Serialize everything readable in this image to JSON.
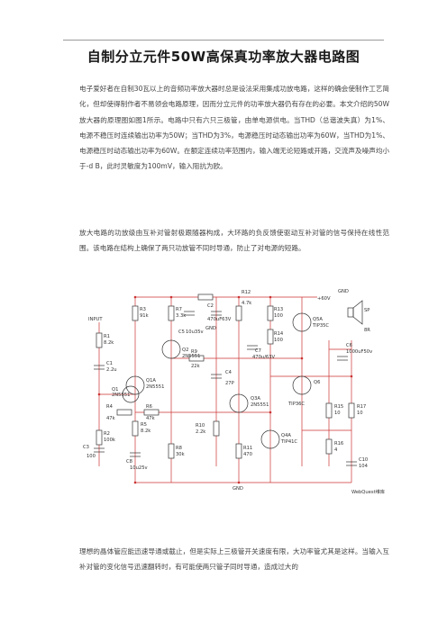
{
  "article": {
    "title": "自制分立元件50W高保真功率放大器电路图",
    "p1": "电子爱好者在自制30瓦以上的音频功率放大器时总是设法采用集成功放电路，这样的确会使制作工艺简化，但却使得制作者不易领会电路原理，因而分立元件的功率放大器仍有存在的必要。本文介绍的50W放大器的原理图如图1所示。电路中只有六只三极管，由单电源供电。当THD（总谐波失真）为1%、电源不稳压时连续输出功率为50W；当THD为3%，电源稳压时动态输出功率为60W，当THD为1%、电源稳压时动态输出功率为60W。在额定连续功率范围内，输入端无论短路或开路，交流声及噪声均小于-d B，此时灵敏度为100mV，输入阻抗为欧。",
    "p2": "放大电路的功放级由互补对管射极跟随器构成，大环路的负反馈使驱动互补对管的信号保持在线性范围。该电路在结构上确保了两只功放管不同时导通，防止了对电源的短路。",
    "p3": "理想的晶体管应能迅速导通或截止，但是实际上三极管开关速度有限，大功率管尤其是这样。当输入互补对管的变化信号迅速翻转时，有可能使两只管子同时导通，造成过大的"
  },
  "schematic": {
    "labels": {
      "input": "INPUT",
      "vcc": "+60V",
      "gnd_top": "GND",
      "gnd_mid": "GND",
      "gnd_bot": "GND",
      "r1": "R1",
      "r1v": "8.2k",
      "c1": "C1",
      "c1v": "2.2u",
      "q1": "Q1",
      "q1v": "2N5551",
      "q1a": "Q1A",
      "q1av": "2N5551",
      "r3": "R3",
      "r3v": "91k",
      "r7": "R7",
      "r7v": "3.3k",
      "c5": "C5",
      "c5v": "10u35v",
      "q2": "Q2",
      "q2v": "2N5551",
      "c2": "C2",
      "c2v": "470uF63V",
      "r12": "R12",
      "r12v": "4.7k",
      "r13": "R13",
      "r13v": "100",
      "r14": "R14",
      "r14v": "100",
      "c7": "C7",
      "c7v": "470u/63V",
      "q5a": "Q5A",
      "q5av": "TIP35C",
      "c6": "C6",
      "c6v": "1000uF50v",
      "sp": "SP",
      "spv": "8R",
      "r9": "R9",
      "r9v": "22k",
      "c4": "C4",
      "c4v": "27P",
      "q3a": "Q3A",
      "q3av": "2N5551",
      "q6": "Q6",
      "q6v": "TIP36C",
      "r10": "R10",
      "r10v": "2.2k",
      "r11": "R11",
      "r11v": "470",
      "q4a": "Q4A",
      "q4av": "TIP41C",
      "r15": "R15",
      "r15v": "10",
      "r17": "R17",
      "r17v": "10",
      "r16": "R16",
      "r16v": "4",
      "c10": "C10",
      "c10v": "104",
      "r4": "R4",
      "r4v": "47k",
      "r5": "R5",
      "r5v": "8.2k",
      "r6": "R6",
      "r6v": "47k",
      "r2": "R2",
      "r2v": "100k",
      "r8": "R8",
      "r8v": "30k",
      "c3": "C3",
      "c3v": "100",
      "c8": "C8",
      "c8v": "10u25v",
      "watermark": "WebQuest维库"
    }
  }
}
